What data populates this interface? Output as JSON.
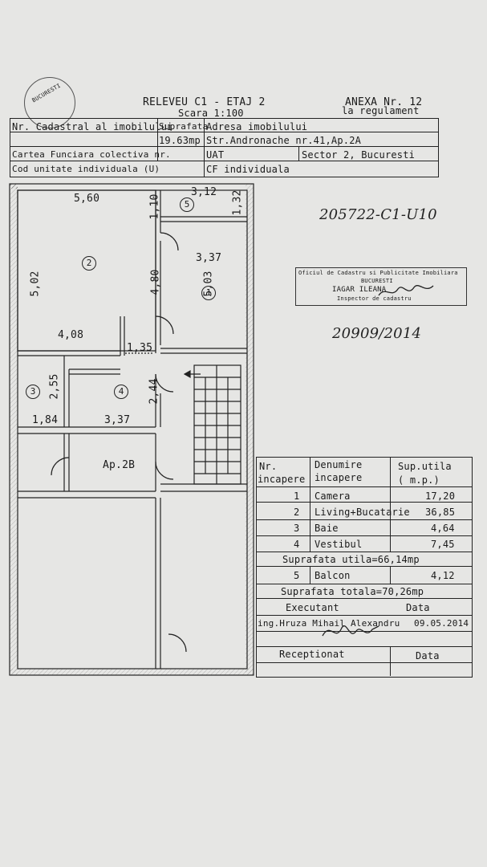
{
  "header": {
    "title": "RELEVEU C1 - ETAJ 2",
    "scale": "Scara 1:100",
    "annex": "ANEXA Nr. 12",
    "annex_sub": "la regulament"
  },
  "info_table": {
    "r1_label": "Nr. Cadastral al imobilului",
    "r1_area_label": "Suprafata",
    "r1_area_value": "19.63mp",
    "r1_addr_label": "Adresa imobilului",
    "r1_addr_value": "Str.Andronache nr.41,Ap.2A",
    "r2_label": "Cartea Funciara colectiva nr.",
    "r2_uat_label": "UAT",
    "r2_uat_value": "Sector 2, Bucuresti",
    "r3_label": "Cod unitate individuala (U)",
    "r3_cf": "CF individuala"
  },
  "stamp_round": "BUCURESTI",
  "handwritten": {
    "ref": "205722-C1-U10",
    "num": "20909/2014"
  },
  "ocpi_stamp": {
    "line1": "Oficiul de Cadastru si Publicitate Imobiliara",
    "line2": "BUCURESTI",
    "line3": "IAGAR ILEANA",
    "line4": "Inspector de cadastru"
  },
  "plan": {
    "dim_560": "5,60",
    "dim_110": "1,10",
    "dim_312": "3,12",
    "dim_132": "1,32",
    "dim_337a": "3,37",
    "dim_502": "5,02",
    "dim_480": "4,80",
    "dim_503": "5,03",
    "dim_408": "4,08",
    "dim_135": "1,35",
    "dim_255": "2,55",
    "dim_244": "2,44",
    "dim_184": "1,84",
    "dim_337b": "3,37",
    "room1": "1",
    "room2": "2",
    "room3": "3",
    "room4": "4",
    "room5": "5",
    "ap2b": "Ap.2B"
  },
  "legend": {
    "h_nr": "Nr.",
    "h_incapere": "incapere",
    "h_denumire": "Denumire",
    "h_denumire2": "incapere",
    "h_sup": "Sup.utila",
    "h_mp": "( m.p.)",
    "rows": [
      {
        "nr": "1",
        "name": "Camera",
        "val": "17,20"
      },
      {
        "nr": "2",
        "name": "Living+Bucatarie",
        "val": "36,85"
      },
      {
        "nr": "3",
        "name": "Baie",
        "val": "4,64"
      },
      {
        "nr": "4",
        "name": "Vestibul",
        "val": "7,45"
      }
    ],
    "sup_utila": "Suprafata utila=66,14mp",
    "r5_nr": "5",
    "r5_name": "Balcon",
    "r5_val": "4,12",
    "sup_totala": "Suprafata totala=70,26mp",
    "executant": "Executant",
    "data_label": "Data",
    "executant_name": "ing.Hruza Mihail Alexandru",
    "executant_date": "09.05.2014",
    "receptionat": "Receptionat",
    "data_label2": "Data"
  }
}
